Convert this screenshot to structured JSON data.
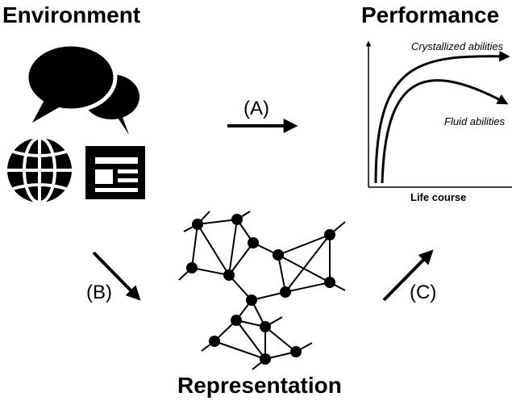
{
  "headings": {
    "environment": "Environment",
    "performance": "Performance",
    "representation": "Representation"
  },
  "arrows": {
    "a": "(A)",
    "b": "(B)",
    "c": "(C)"
  },
  "chart": {
    "curve_top": "Crystallized abilities",
    "curve_bottom": "Fluid abilities",
    "xlabel": "Life course"
  },
  "icons": [
    "speech-bubbles-icon",
    "globe-icon",
    "newspaper-icon",
    "network-graph-icon"
  ],
  "colors": {
    "ink": "#000000",
    "background": "#ffffff"
  }
}
